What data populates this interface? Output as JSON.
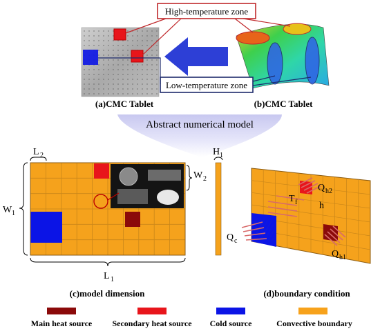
{
  "labels": {
    "high_zone": "High-temperature zone",
    "low_zone": "Low-temperature zone",
    "caption_a": "(a)CMC Tablet",
    "caption_b": "(b)CMC Tablet",
    "abstract_model": "Abstract numerical model",
    "caption_c": "(c)model dimension",
    "caption_d": "(d)boundary condition",
    "dim_L": "L",
    "dim_W": "W",
    "dim_H": "H",
    "sub_1": "1",
    "sub_2": "2",
    "bc_T": "T",
    "bc_T_sub": "f",
    "bc_h": "h",
    "bc_Q": "Q",
    "bc_h2": "h2",
    "bc_h1": "h1",
    "bc_c": "c"
  },
  "legend": [
    {
      "label": "Main heat source",
      "color": "#8b0a0a"
    },
    {
      "label": "Secondary heat source",
      "color": "#e8151b"
    },
    {
      "label": "Cold source",
      "color": "#0b14e6"
    },
    {
      "label": "Convective boundary",
      "color": "#f7a21b"
    }
  ],
  "colors": {
    "zone_box_red": "#c0282b",
    "zone_box_blue": "#1d2a6b",
    "arrow_blue": "#2d3fd6",
    "orange_grid": "#f5a21c",
    "grid_line": "#c9861a"
  }
}
